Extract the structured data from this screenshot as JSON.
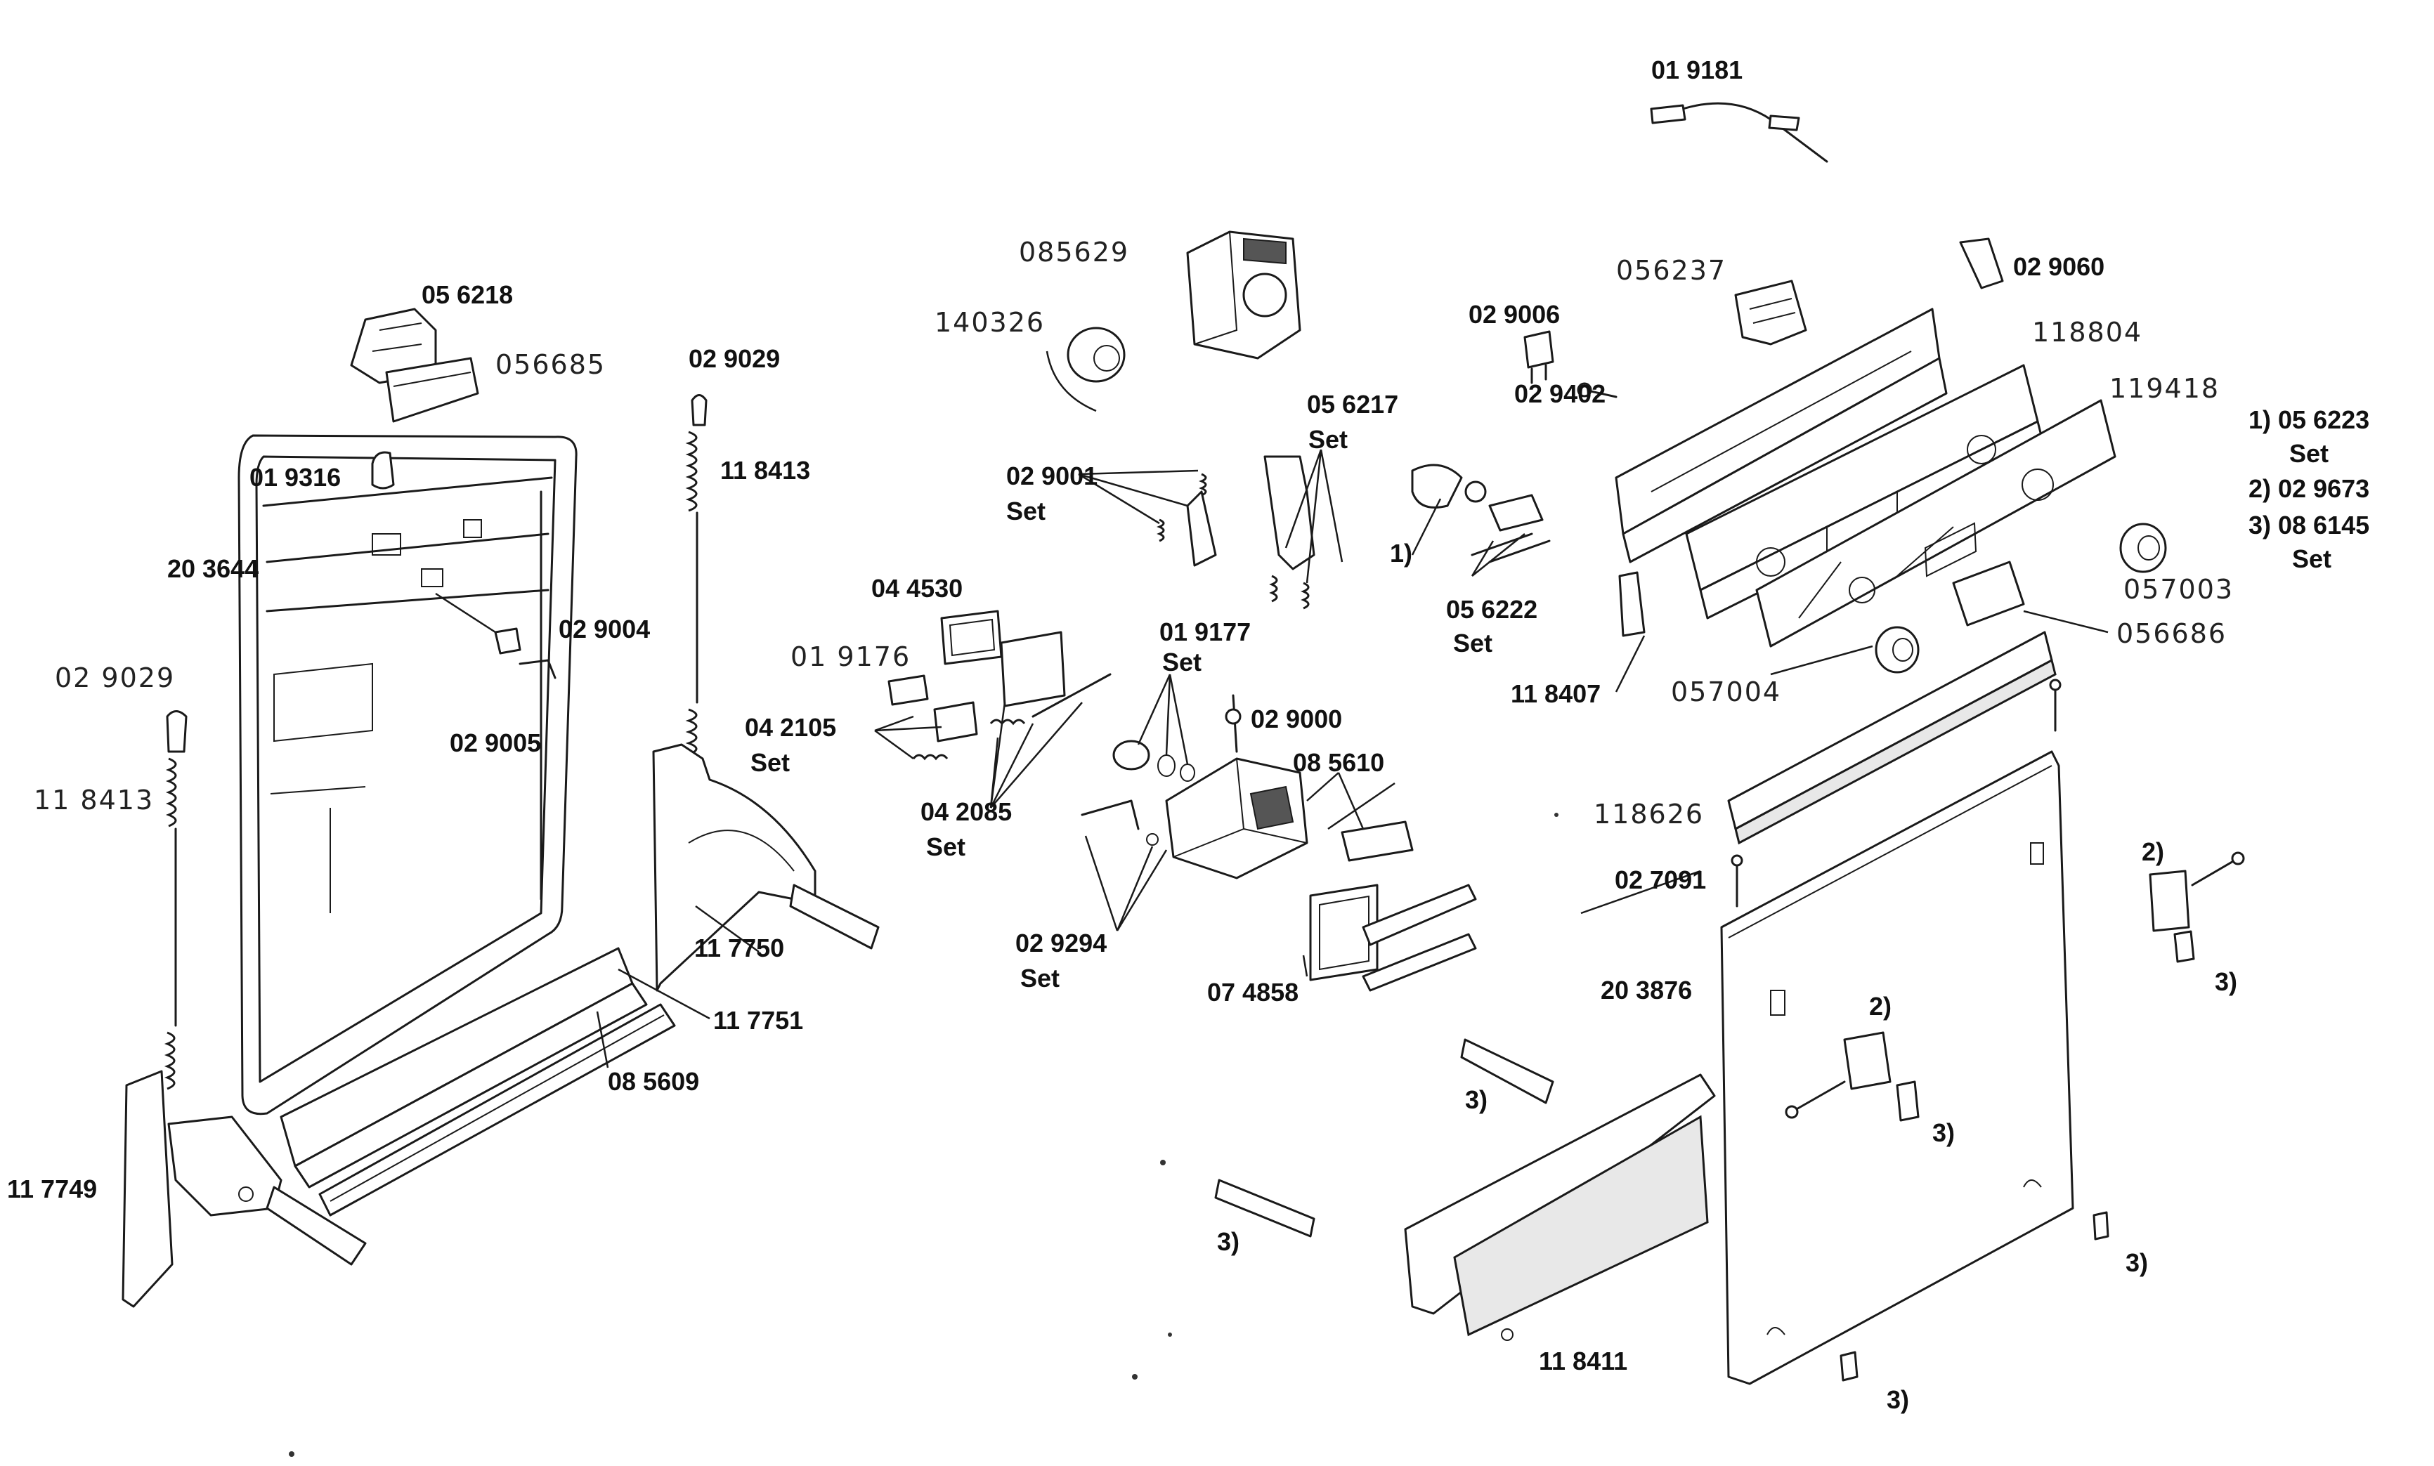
{
  "labels": {
    "p019181": "01 9181",
    "p085629": "085629",
    "p140326": "140326",
    "p056237": "056237",
    "p029060": "02 9060",
    "p029006": "02 9006",
    "p118804": "118804",
    "p029402": "02 9402",
    "p119418": "119418",
    "p056218": "05 6218",
    "p056685": "056685",
    "p029029_top": "02 9029",
    "p056217": "05 6217",
    "p056217_set": "Set",
    "p019316": "01 9316",
    "p118413_top": "11 8413",
    "p029001": "02 9001",
    "p029001_set": "Set",
    "p203644": "20 3644",
    "p029004": "02 9004",
    "p044530": "04 4530",
    "marker1_left": "1)",
    "p056222": "05 6222",
    "p056222_set": "Set",
    "p118407": "11 8407",
    "p057003": "057003",
    "p056686": "056686",
    "p057004": "057004",
    "p019176": "01 9176",
    "p019177": "01 9177",
    "p019177_set": "Set",
    "p029029_left": "02 9029",
    "p029005": "02 9005",
    "p042105": "04 2105",
    "p042105_set": "Set",
    "p029000": "02 9000",
    "p085610": "08 5610",
    "p118413_left": "11 8413",
    "p042085": "04 2085",
    "p042085_set": "Set",
    "p118626": "118626",
    "p027091": "02 7091",
    "p117750": "11 7750",
    "p029294": "02 9294",
    "p029294_set": "Set",
    "p074858": "07 4858",
    "p203876": "20 3876",
    "p117751": "11 7751",
    "p085609": "08 5609",
    "p117749": "11 7749",
    "p118411": "11 8411",
    "m3_a": "3)",
    "m3_b": "3)",
    "m3_c": "3)",
    "m3_d": "3)",
    "m3_e": "3)",
    "m3_f": "3)",
    "m2_a": "2)",
    "m2_b": "2)"
  },
  "legend": {
    "line1": "1) 05 6223",
    "line1_set": "Set",
    "line2": "2) 02 9673",
    "line3": "3) 08 6145",
    "line3_set": "Set"
  }
}
